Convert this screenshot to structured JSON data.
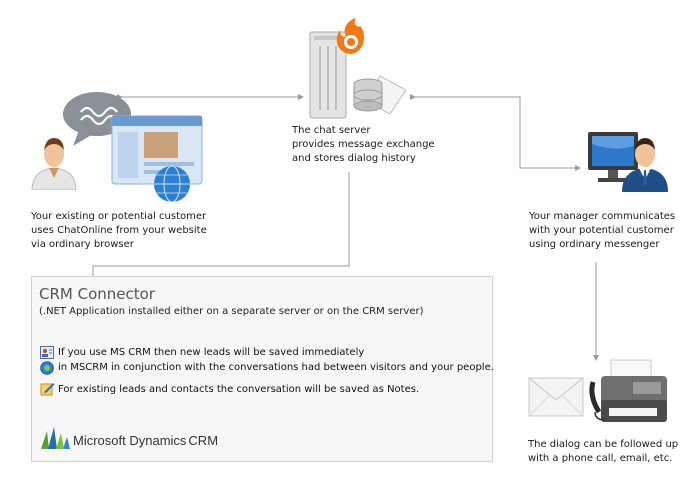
{
  "nodes": {
    "customer": {
      "caption": [
        "Your existing or potential customer",
        "uses ChatOnline from your website",
        "via ordinary browser"
      ]
    },
    "server": {
      "caption": [
        "The chat server",
        "provides message exchange",
        "and stores dialog history"
      ]
    },
    "manager": {
      "caption": [
        "Your manager communicates",
        "with your potential customer",
        "using ordinary messenger"
      ]
    },
    "followup": {
      "caption": [
        "The dialog can be followed up",
        "with a phone call, email, etc."
      ]
    }
  },
  "crm": {
    "title": "CRM Connector",
    "subtitle": "(.NET Application installed either on a separate server  or on the CRM server)",
    "notes": [
      "If you use MS CRM then new leads will be saved immediately",
      "in MSCRM in conjunction with the conversations had between visitors and your people.",
      "For existing leads and contacts the conversation will be saved as Notes."
    ],
    "logo_text": "Microsoft Dynamics",
    "logo_suffix": "CRM"
  },
  "colors": {
    "line": "#9a9a9a",
    "box_bg": "#f7f7f7",
    "box_border": "#d0d0d0",
    "globe": "#2d7fd0",
    "flame": "#f07a1a",
    "ms_green": "#5aa02c",
    "ms_blue": "#1f6fb5"
  },
  "icons": [
    "person-icon",
    "chat-bubble-icon",
    "browser-window-icon",
    "globe-icon",
    "server-icon",
    "flame-icon",
    "database-icon",
    "monitor-icon",
    "envelope-icon",
    "fax-phone-icon",
    "crm-lead-icon",
    "crm-info-icon",
    "notes-icon",
    "microsoft-dynamics-logo"
  ]
}
